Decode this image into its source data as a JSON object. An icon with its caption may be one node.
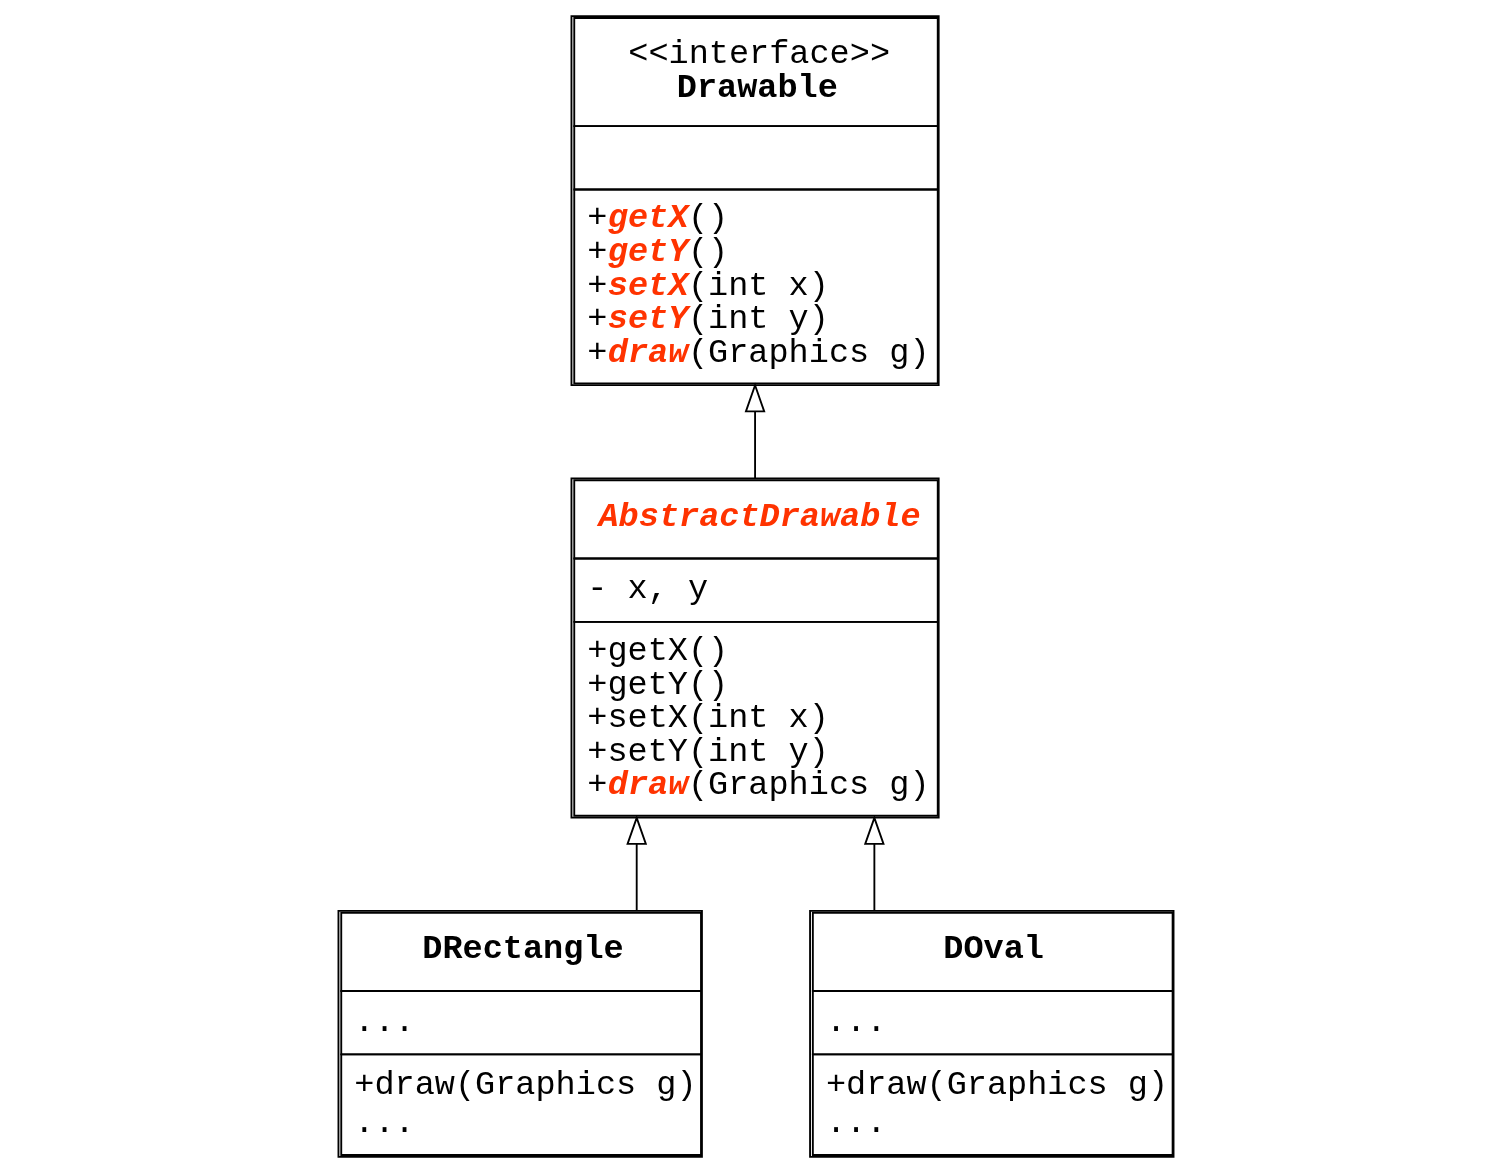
{
  "diagram": {
    "nodes": [
      {
        "text": [
          "<<interface>>",
          "Drawable",
          "+**getX**()",
          "+**getY**()",
          "+**setX**(int x)",
          "+**setY**(int y)",
          "+**draw**(Graphics g)"
        ]
      },
      {
        "text": [
          "AbstractDrawable",
          "- x, y",
          "+getX()",
          "+getY()",
          "+setX(int x)",
          "+setY(int y)",
          "+**draw**(Graphics g)"
        ]
      },
      {
        "text": [
          "DRectangle",
          "...",
          "+draw(Graphics g)",
          "..."
        ]
      },
      {
        "text": [
          "DOval",
          "...",
          "+draw(Graphics g)",
          "..."
        ]
      }
    ],
    "edges": [
      {
        "from": 1,
        "to": 0,
        "arrow": "to"
      },
      {
        "from": 2,
        "to": 1,
        "arrow": "to"
      },
      {
        "from": 3,
        "to": 1,
        "arrow": "to"
      }
    ]
  }
}
